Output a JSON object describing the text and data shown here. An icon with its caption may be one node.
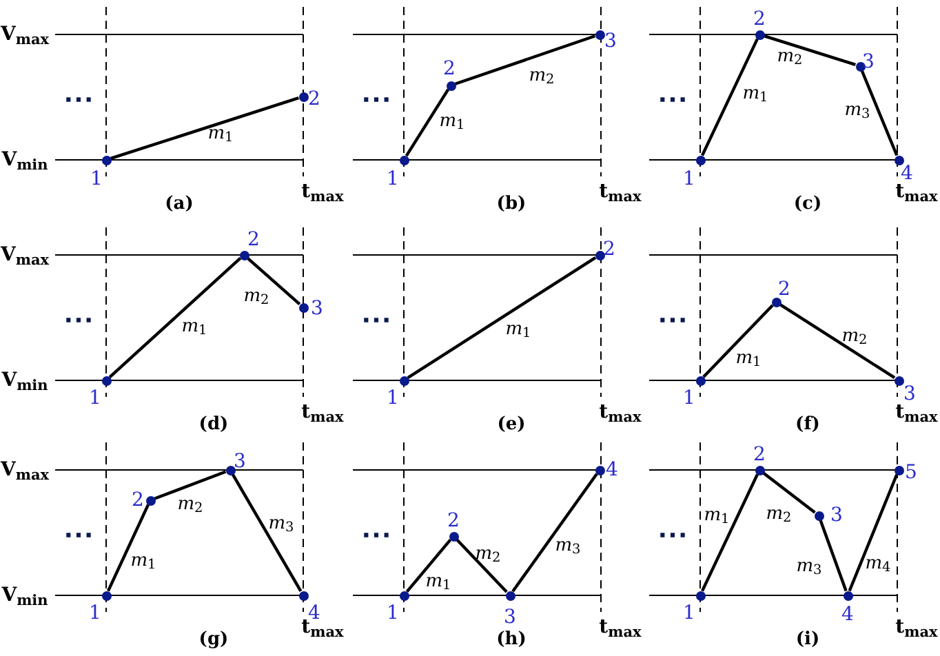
{
  "diagram": {
    "nodes": [
      {
        "text": [],
        "shape": "circle",
        "beside": [
          "1"
        ]
      },
      {
        "text": [],
        "shape": "circle",
        "beside": [
          "2"
        ]
      },
      {
        "text": [],
        "shape": "circle",
        "beside": [
          "1"
        ]
      },
      {
        "text": [],
        "shape": "circle",
        "beside": [
          "2"
        ]
      },
      {
        "text": [],
        "shape": "circle",
        "beside": [
          "3"
        ]
      },
      {
        "text": [],
        "shape": "circle",
        "beside": [
          "1"
        ]
      },
      {
        "text": [],
        "shape": "circle",
        "beside": [
          "2"
        ]
      },
      {
        "text": [],
        "shape": "circle",
        "beside": [
          "3"
        ]
      },
      {
        "text": [],
        "shape": "circle",
        "beside": [
          "4"
        ]
      },
      {
        "text": [],
        "shape": "circle",
        "beside": [
          "1"
        ]
      },
      {
        "text": [],
        "shape": "circle",
        "beside": [
          "2"
        ]
      },
      {
        "text": [],
        "shape": "circle",
        "beside": [
          "3"
        ]
      },
      {
        "text": [],
        "shape": "circle",
        "beside": [
          "1"
        ]
      },
      {
        "text": [],
        "shape": "circle",
        "beside": [
          "2"
        ]
      },
      {
        "text": [],
        "shape": "circle",
        "beside": [
          "1"
        ]
      },
      {
        "text": [],
        "shape": "circle",
        "beside": [
          "2"
        ]
      },
      {
        "text": [],
        "shape": "circle",
        "beside": [
          "3"
        ]
      },
      {
        "text": [],
        "shape": "circle",
        "beside": [
          "1"
        ]
      },
      {
        "text": [],
        "shape": "circle",
        "beside": [
          "2"
        ]
      },
      {
        "text": [],
        "shape": "circle",
        "beside": [
          "3"
        ]
      },
      {
        "text": [],
        "shape": "circle",
        "beside": [
          "4"
        ]
      },
      {
        "text": [],
        "shape": "circle",
        "beside": [
          "1"
        ]
      },
      {
        "text": [],
        "shape": "circle",
        "beside": [
          "2"
        ]
      },
      {
        "text": [],
        "shape": "circle",
        "beside": [
          "3"
        ]
      },
      {
        "text": [],
        "shape": "circle",
        "beside": [
          "4"
        ]
      },
      {
        "text": [],
        "shape": "circle",
        "beside": [
          "1"
        ]
      },
      {
        "text": [],
        "shape": "circle",
        "beside": [
          "2"
        ]
      },
      {
        "text": [],
        "shape": "circle",
        "beside": [
          "3"
        ]
      },
      {
        "text": [],
        "shape": "circle",
        "beside": [
          "4"
        ]
      },
      {
        "text": [],
        "shape": "circle",
        "beside": [
          "5"
        ]
      }
    ],
    "edges": [
      {
        "from": 0,
        "to": 1,
        "arrow": "none",
        "label": "*m*$_{1}$"
      },
      {
        "from": 2,
        "to": 3,
        "arrow": "none",
        "label": "*m*$_{1}$"
      },
      {
        "from": 3,
        "to": 4,
        "arrow": "none",
        "label": "*m*$_{2}$"
      },
      {
        "from": 5,
        "to": 6,
        "arrow": "none",
        "label": "*m*$_{1}$"
      },
      {
        "from": 6,
        "to": 7,
        "arrow": "none",
        "label": "*m*$_{2}$"
      },
      {
        "from": 7,
        "to": 8,
        "arrow": "none",
        "label": "*m*$_{3}$"
      },
      {
        "from": 9,
        "to": 10,
        "arrow": "none",
        "label": "*m*$_{1}$"
      },
      {
        "from": 10,
        "to": 11,
        "arrow": "none",
        "label": "*m*$_{2}$"
      },
      {
        "from": 12,
        "to": 13,
        "arrow": "none",
        "label": "*m*$_{1}$"
      },
      {
        "from": 14,
        "to": 15,
        "arrow": "none",
        "label": "*m*$_{1}$"
      },
      {
        "from": 15,
        "to": 16,
        "arrow": "none",
        "label": "*m*$_{2}$"
      },
      {
        "from": 17,
        "to": 18,
        "arrow": "none",
        "label": "*m*$_{1}$"
      },
      {
        "from": 18,
        "to": 19,
        "arrow": "none",
        "label": "*m*$_{2}$"
      },
      {
        "from": 19,
        "to": 20,
        "arrow": "none",
        "label": "*m*$_{3}$"
      },
      {
        "from": 21,
        "to": 22,
        "arrow": "none",
        "label": "*m*$_{1}$"
      },
      {
        "from": 22,
        "to": 23,
        "arrow": "none",
        "label": "*m*$_{2}$"
      },
      {
        "from": 23,
        "to": 24,
        "arrow": "none",
        "label": "*m*$_{3}$"
      },
      {
        "from": 25,
        "to": 26,
        "arrow": "none",
        "label": "*m*$_{1}$"
      },
      {
        "from": 26,
        "to": 27,
        "arrow": "none",
        "label": "*m*$_{2}$"
      },
      {
        "from": 27,
        "to": 28,
        "arrow": "none",
        "label": "*m*$_{3}$"
      },
      {
        "from": 28,
        "to": 29,
        "arrow": "none",
        "label": "*m*$_{4}$"
      }
    ],
    "labels": [
      "V$_{max}$",
      "V$_{min}$",
      "⋯",
      "t$_{max}$",
      "(a)",
      "⋯",
      "t$_{max}$",
      "(b)",
      "⋯",
      "t$_{max}$",
      "(c)",
      "V$_{max}$",
      "V$_{min}$",
      "⋯",
      "t$_{max}$",
      "(d)",
      "⋯",
      "t$_{max}$",
      "(e)",
      "⋯",
      "t$_{max}$",
      "(f)",
      "V$_{max}$",
      "V$_{min}$",
      "⋯",
      "t$_{max}$",
      "(g)",
      "⋯",
      "t$_{max}$",
      "(h)",
      "⋯",
      "t$_{max}$",
      "(i)"
    ]
  }
}
